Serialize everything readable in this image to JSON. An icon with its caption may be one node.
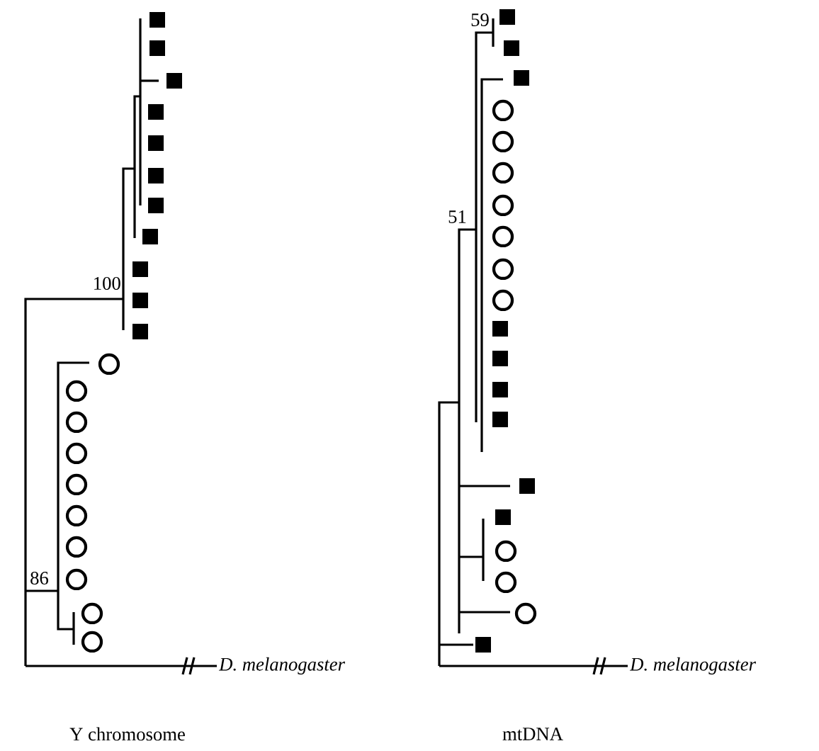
{
  "diagram": {
    "nodes": [
      {
        "text": [],
        "shape": "tree"
      },
      {
        "text": [
          "D. melanogaster"
        ]
      },
      {
        "text": [],
        "shape": "tree"
      },
      {
        "text": [
          "D. melanogaster"
        ]
      }
    ],
    "edges": [
      {
        "from": 0,
        "to": 1,
        "arrow": "none"
      },
      {
        "from": 2,
        "to": 3,
        "arrow": "none"
      }
    ],
    "labels": [
      "59",
      "100",
      "51",
      "86",
      "Y chromosome",
      "mtDNA"
    ]
  }
}
